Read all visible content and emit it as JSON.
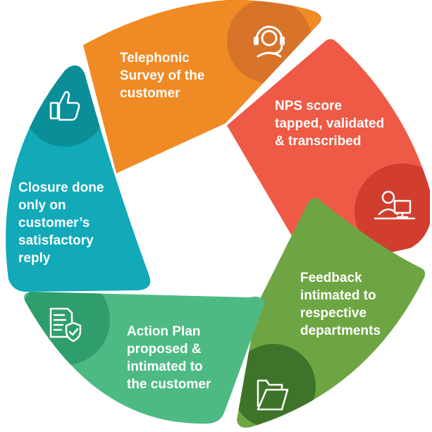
{
  "diagram": {
    "type": "cycle",
    "steps": [
      {
        "id": "telephonic",
        "label": "Telephonic\nSurvey of the\ncustomer",
        "color": "#F08A24",
        "badge_color": "#D8732A",
        "icon": "headset-icon"
      },
      {
        "id": "nps",
        "label": "NPS score\ntapped, validated\n& transcribed",
        "color": "#EE5A45",
        "badge_color": "#D13E2E",
        "icon": "agent-computer-icon"
      },
      {
        "id": "feedback",
        "label": "Feedback\nintimated to\nrespective\ndepartments",
        "color": "#6EA543",
        "badge_color": "#3E7429",
        "icon": "folders-icon"
      },
      {
        "id": "action",
        "label": "Action Plan\nproposed &\nintimated to\nthe customer",
        "color": "#4DBA84",
        "badge_color": "#2F9E6C",
        "icon": "document-shield-icon"
      },
      {
        "id": "closure",
        "label": "Closure done\nonly on\ncustomer’s\nsatisfactory\nreply",
        "color": "#12A9B8",
        "badge_color": "#0A8E98",
        "icon": "thumbs-up-icon"
      }
    ]
  }
}
